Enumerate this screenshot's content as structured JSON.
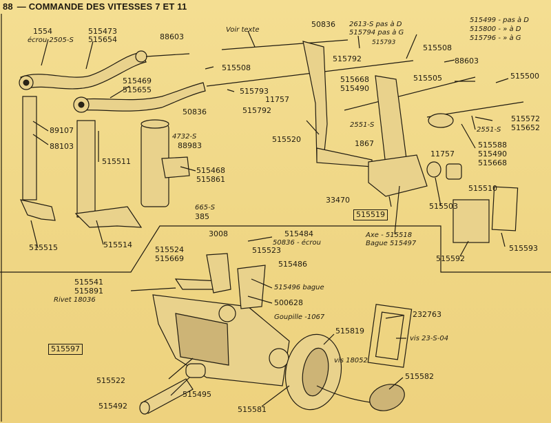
{
  "header": {
    "page_number": "88",
    "title": "— COMMANDE DES VITESSES 7 ET 11"
  },
  "labels": {
    "l1554": "1554",
    "ecrou2505": "écrou 2505-S",
    "l515473": "515473",
    "l515654": "515654",
    "l88603a": "88603",
    "voir_texte": "Voir texte",
    "l50836a": "50836",
    "l2613": "2613-S pas à D",
    "l515794": "515794 pas à G",
    "l515793a": "515793",
    "l515792a": "515792",
    "l515499": "515499 - pas à D",
    "l515800": "515800 - » à D",
    "l515796": "515796 - » à G",
    "l515508a": "515508",
    "l88603b": "88603",
    "l515508b": "515508",
    "l515469": "515469",
    "l515655": "515655",
    "l515793b": "515793",
    "l515668a": "515668",
    "l515490a": "515490",
    "l515505": "515505",
    "l515500": "515500",
    "l11757a": "11757",
    "l50836b": "50836",
    "l515792b": "515792",
    "l89107": "89107",
    "l88103": "88103",
    "l515572": "515572",
    "l515652": "515652",
    "l2551a": "2551-S",
    "l2551b": "2551-S",
    "l4732": "4732-S",
    "l88983": "88983",
    "l515520": "515520",
    "l1867": "1867",
    "l515588": "515588",
    "l515490b": "515490",
    "l515668b": "515668",
    "l515511": "515511",
    "l11757b": "11757",
    "l515468": "515468",
    "l515861": "515861",
    "l33470": "33470",
    "l515510": "515510",
    "l665": "665-S",
    "l385": "385",
    "l515503": "515503",
    "l515519": "515519",
    "l515515": "515515",
    "l515514": "515514",
    "axe": "Axe - 515518",
    "bague": "Bague 515497",
    "l515593": "515593",
    "l515592": "515592",
    "l3008": "3008",
    "l515484": "515484",
    "l50836c": "50836 - écrou",
    "l515524": "515524",
    "l515669": "515669",
    "l515523": "515523",
    "l515486": "515486",
    "l515541": "515541",
    "l515891": "515891",
    "rivet": "Rivet 18036",
    "l515496": "515496 bague",
    "l500628": "500628",
    "goupille": "Goupille -1067",
    "l232763": "232763",
    "l515819": "515819",
    "vis23": "vis 23-S-04",
    "l515597": "515597",
    "vis18052": "vis 18052",
    "l515522": "515522",
    "l515582": "515582",
    "l515495": "515495",
    "l515492": "515492",
    "l515581": "515581"
  }
}
